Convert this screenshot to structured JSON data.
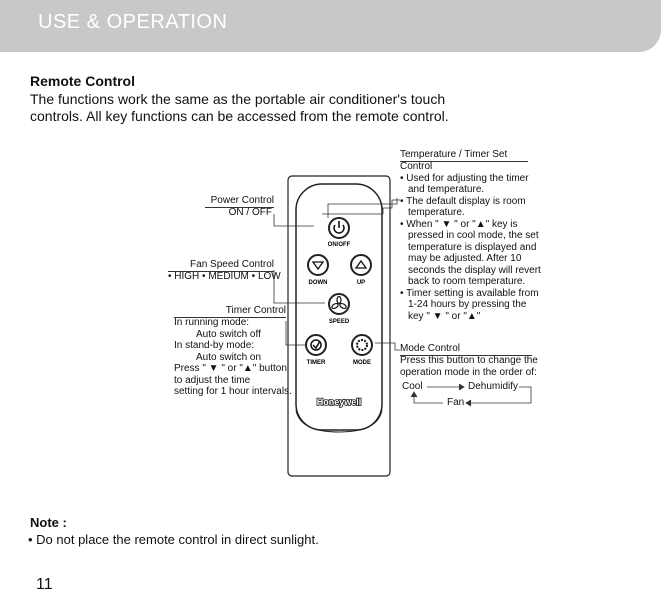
{
  "header": {
    "title": "USE & OPERATION"
  },
  "section": {
    "title": "Remote Control",
    "intro_line1": "The functions work the same as the portable air conditioner's touch",
    "intro_line2": "controls. All key functions can be accessed from the remote control."
  },
  "labels": {
    "temp_title": "Temperature / Timer Set",
    "temp_control": "Control",
    "temp_b1a": "• Used for adjusting the timer",
    "temp_b1b": "and temperature.",
    "temp_b2a": "• The default display is room",
    "temp_b2b": "temperature.",
    "temp_b3a": "• When \" ▼ \" or \"▲\" key is",
    "temp_b3b": "pressed in cool mode, the set",
    "temp_b3c": "temperature is displayed and",
    "temp_b3d": "may be adjusted. After 10",
    "temp_b3e": "seconds the display will revert",
    "temp_b3f": "back to room temperature.",
    "temp_b4a": "• Timer setting is available from",
    "temp_b4b": "1-24 hours by pressing the",
    "temp_b4c": "key \" ▼ \" or \"▲\"",
    "power_title": "Power Control",
    "power_sub": "ON / OFF",
    "fan_title": "Fan Speed Control",
    "fan_sub": "• HIGH • MEDIUM • LOW",
    "timer_title": "Timer Control",
    "timer_l1": "In running mode:",
    "timer_l2": "Auto switch off",
    "timer_l3": "In stand-by mode:",
    "timer_l4": "Auto switch on",
    "timer_l5": "Press \" ▼ \" or \"▲\" button",
    "timer_l6": "to adjust the time",
    "timer_l7": "setting for 1 hour intervals.",
    "mode_title": "Mode Control",
    "mode_l1": "Press this button to change the",
    "mode_l2": "operation mode in the order of:",
    "mode_cool": "Cool",
    "mode_dehumidify": "Dehumidify",
    "mode_fan": "Fan"
  },
  "remote": {
    "onoff": "ON/OFF",
    "down": "DOWN",
    "up": "UP",
    "speed": "SPEED",
    "timer": "TIMER",
    "mode": "MODE",
    "brand": "Honeywell"
  },
  "note": {
    "title": "Note :",
    "text": "• Do not place the remote control in direct sunlight."
  },
  "page_number": "11"
}
